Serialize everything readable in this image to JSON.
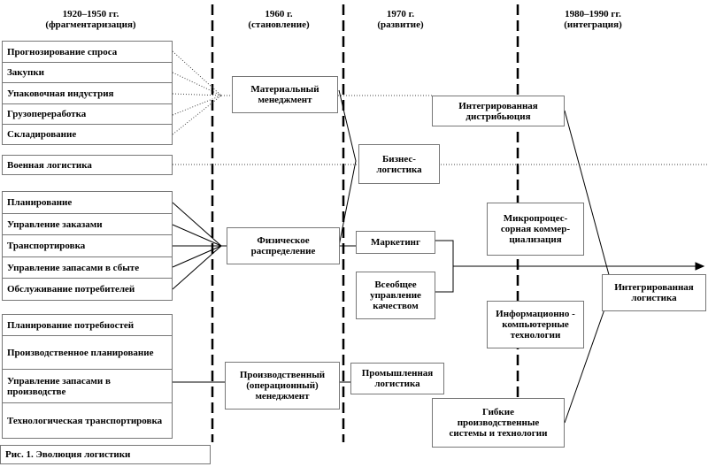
{
  "periods": [
    {
      "years": "1920–1950 гг.",
      "stage": "(фрагментаризация)"
    },
    {
      "years": "1960 г.",
      "stage": "(становление)"
    },
    {
      "years": "1970 г.",
      "stage": "(развитие)"
    },
    {
      "years": "1980–1990 гг.",
      "stage": "(интеграция)"
    }
  ],
  "group1": [
    "Прогнозирование спроса",
    "Закупки",
    "Упаковочная индустрия",
    "Грузопереработка",
    "Складирование"
  ],
  "military": "Военная логистика",
  "group2": [
    "Планирование",
    "Управление заказами",
    "Транспортировка",
    "Управление запасами в сбыте",
    "Обслуживание потребителей"
  ],
  "group3": [
    "Планирование потребностей",
    "Производственное планирование",
    "Управление запасами в производстве",
    "Технологическая транспортировка"
  ],
  "stage1960": {
    "material": "Материальный менеджмент",
    "physical": "Физическое распределение",
    "production": "Производственный (операционный) менеджмент"
  },
  "stage1970": {
    "business": "Бизнес-логистика",
    "marketing": "Маркетинг",
    "quality": "Всеобщее управление качеством",
    "industrial": "Промышленная логистика"
  },
  "stage1980": {
    "distribution": "Интегрированная дистрибьюция",
    "microprocessor": "Микропроцес-сорная коммер-циализация",
    "it": "Информационно - компьютерные технологии",
    "flexible": "Гибкие производственные системы и технологии",
    "integrated": "Интегрированная логистика"
  },
  "caption": "Рис. 1. Эволюция логистики"
}
